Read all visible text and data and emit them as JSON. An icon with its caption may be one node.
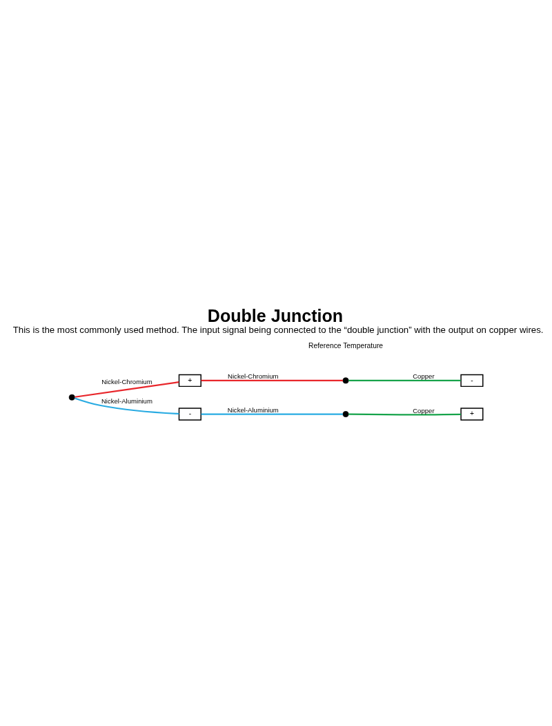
{
  "diagram": {
    "title": "Double Junction",
    "caption": "This is the most commonly used method. The input signal being connected to the “double junction” with the output on copper wires.",
    "nodes": [
      {
        "text": [],
        "shape": "circle"
      },
      {
        "text": [
          "+"
        ]
      },
      {
        "text": [
          "-"
        ]
      },
      {
        "text": [],
        "shape": "circle"
      },
      {
        "text": [],
        "shape": "circle"
      },
      {
        "text": [
          "+"
        ]
      },
      {
        "text": [
          "-"
        ]
      }
    ],
    "edges": [
      {
        "from": 0,
        "to": 1,
        "arrow": "none",
        "label": "Nickel-Chromium",
        "color": "#e8262b"
      },
      {
        "from": 0,
        "to": 2,
        "arrow": "none",
        "label": "Nickel-Aluminium",
        "color": "#29abe2"
      },
      {
        "from": 1,
        "to": 4,
        "arrow": "none",
        "label": "Nickel-Chromium",
        "color": "#e8262b"
      },
      {
        "from": 2,
        "to": 3,
        "arrow": "none",
        "label": "Nickel-Aluminium",
        "color": "#29abe2"
      },
      {
        "from": 3,
        "to": 5,
        "arrow": "none",
        "label": "Copper",
        "color": "#16a34a"
      },
      {
        "from": 4,
        "to": 6,
        "arrow": "none",
        "label": "Copper",
        "color": "#16a34a"
      }
    ],
    "labels": [
      "Reference Temperature"
    ]
  }
}
